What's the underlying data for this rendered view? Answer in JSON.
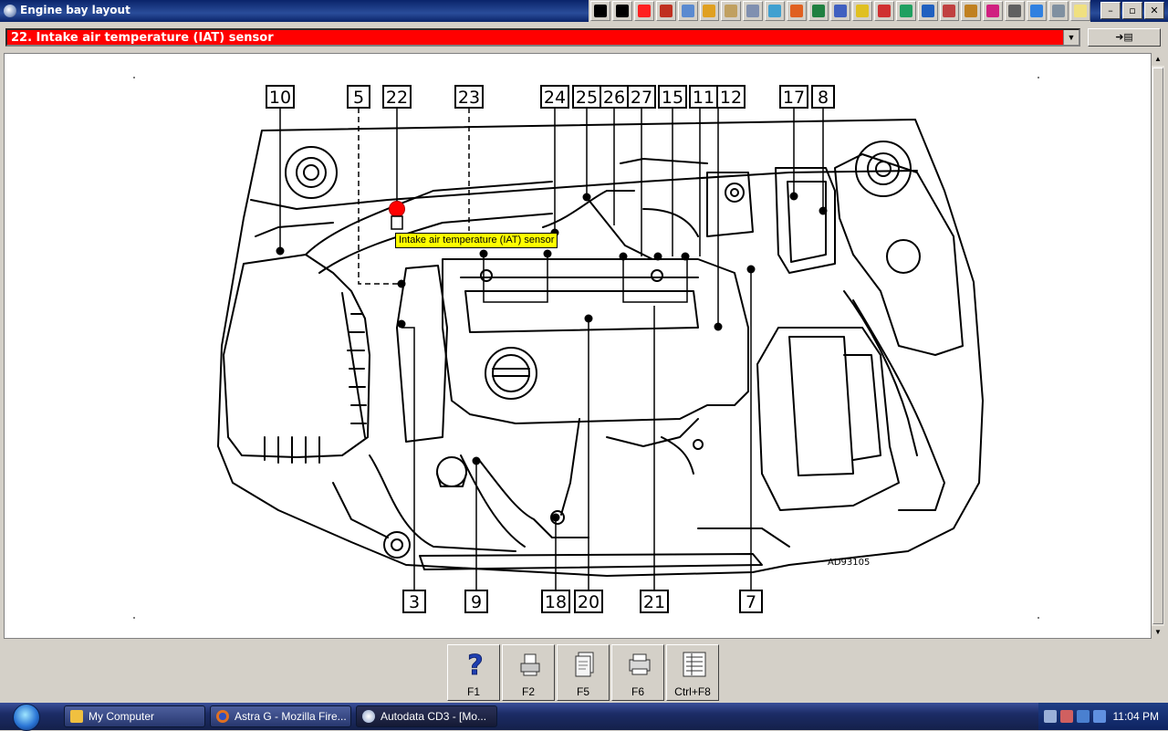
{
  "window": {
    "title": "Engine bay layout"
  },
  "toolbar": {
    "buttons": [
      {
        "name": "first-page-button",
        "icon": "first-page-icon",
        "color": "#000000"
      },
      {
        "name": "previous-page-button",
        "icon": "previous-icon",
        "color": "#000000"
      },
      {
        "name": "warning-button",
        "icon": "warning-icon",
        "color": "#ff2020"
      },
      {
        "name": "flag-button",
        "icon": "flag-icon",
        "color": "#c03020"
      },
      {
        "name": "engine-data-button",
        "icon": "engine-icon",
        "color": "#5a8ad0"
      },
      {
        "name": "gear-button",
        "icon": "gear-icon",
        "color": "#e0a020"
      },
      {
        "name": "tools-button",
        "icon": "tools-icon",
        "color": "#c0a060"
      },
      {
        "name": "timing-button",
        "icon": "timing-icon",
        "color": "#8090b0"
      },
      {
        "name": "service-button",
        "icon": "service-icon",
        "color": "#40a0d0"
      },
      {
        "name": "wiring-button",
        "icon": "wiring-icon",
        "color": "#e06020"
      },
      {
        "name": "diagnostics-button",
        "icon": "diagnostics-icon",
        "color": "#208040"
      },
      {
        "name": "repair-button",
        "icon": "repair-icon",
        "color": "#4060c0"
      },
      {
        "name": "belts-button",
        "icon": "belts-icon",
        "color": "#e0c020"
      },
      {
        "name": "brakes-button",
        "icon": "brakes-icon",
        "color": "#d03030"
      },
      {
        "name": "aircon-button",
        "icon": "aircon-icon",
        "color": "#20a060"
      },
      {
        "name": "fuel-button",
        "icon": "fuel-icon",
        "color": "#2060c0"
      },
      {
        "name": "key-button",
        "icon": "key-icon",
        "color": "#c04040"
      },
      {
        "name": "fuse-button",
        "icon": "fuse-icon",
        "color": "#c08020"
      },
      {
        "name": "airbag-button",
        "icon": "airbag-icon",
        "color": "#d02080"
      },
      {
        "name": "tyre-button",
        "icon": "tyre-icon",
        "color": "#606060"
      },
      {
        "name": "alert-button",
        "icon": "alert-icon",
        "color": "#3080e0"
      },
      {
        "name": "car-button",
        "icon": "car-icon",
        "color": "#8090a0"
      },
      {
        "name": "notes-button",
        "icon": "notes-icon",
        "color": "#f0e080"
      }
    ]
  },
  "selector": {
    "value": "22. Intake air temperature (IAT) sensor",
    "bg_color": "#ff0000"
  },
  "diagram": {
    "tooltip": "Intake air temperature (IAT) sensor",
    "image_code": "AD93105",
    "top_labels": [
      "10",
      "5",
      "22",
      "23",
      "24",
      "25",
      "26",
      "27",
      "15",
      "11",
      "12",
      "17",
      "8"
    ],
    "bottom_labels": [
      "3",
      "9",
      "18",
      "20",
      "21",
      "7"
    ],
    "highlight_color": "#ff0000"
  },
  "function_keys": [
    {
      "label": "F1",
      "icon": "help-icon"
    },
    {
      "label": "F2",
      "icon": "print-icon"
    },
    {
      "label": "F5",
      "icon": "copy-icon"
    },
    {
      "label": "F6",
      "icon": "printer-icon"
    },
    {
      "label": "Ctrl+F8",
      "icon": "list-icon"
    }
  ],
  "taskbar": {
    "tasks": [
      {
        "label": "My Computer",
        "icon": "folder-icon",
        "active": false
      },
      {
        "label": "Astra G - Mozilla Fire...",
        "icon": "firefox-icon",
        "active": false
      },
      {
        "label": "Autodata CD3 - [Mo...",
        "icon": "autodata-icon",
        "active": true
      }
    ],
    "clock": "11:04 PM"
  }
}
